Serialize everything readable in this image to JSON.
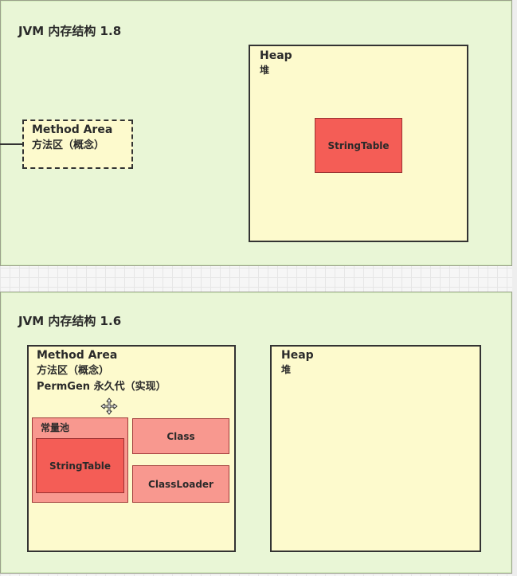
{
  "panel_18": {
    "title": "JVM 内存结构 1.8",
    "heap": {
      "title": "Heap",
      "subtitle": "堆"
    },
    "method_area": {
      "title": "Method Area",
      "subtitle": "方法区（概念）"
    },
    "string_table": "StringTable"
  },
  "panel_16": {
    "title": "JVM 内存结构 1.6",
    "method_area": {
      "title": "Method Area",
      "subtitle": "方法区（概念）",
      "permgen": "PermGen 永久代（实现）"
    },
    "constant_pool": "常量池",
    "string_table": "StringTable",
    "class": "Class",
    "class_loader": "ClassLoader",
    "heap": {
      "title": "Heap",
      "subtitle": "堆"
    }
  },
  "icons": {
    "cursor": "move-cursor-icon"
  },
  "colors": {
    "panel_bg": "#e9f6d6",
    "box_bg": "#fdfacd",
    "string_table": "#f45d56",
    "pink_box": "#f8988f"
  }
}
